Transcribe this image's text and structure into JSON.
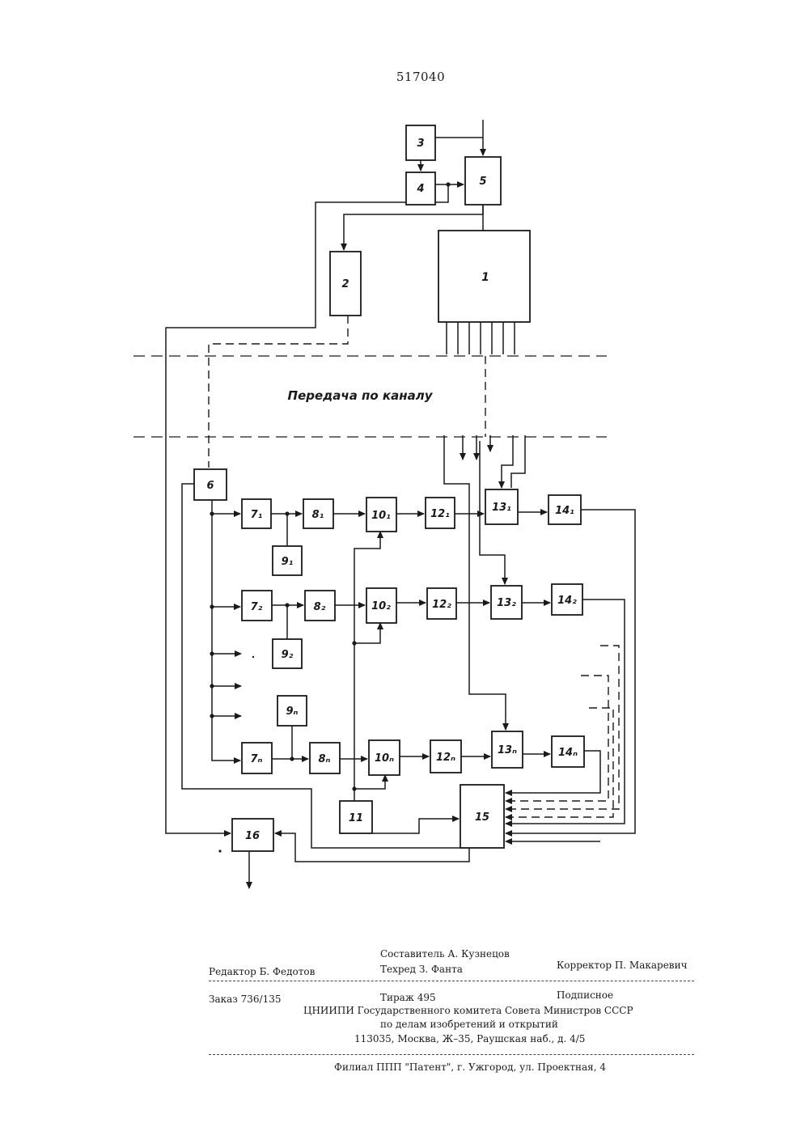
{
  "header": {
    "patent_number": "517040"
  },
  "diagram": {
    "channel_text": "Передача по каналу",
    "blocks": {
      "b1": "1",
      "b2": "2",
      "b3": "3",
      "b4": "4",
      "b5": "5",
      "b6": "6",
      "b7_1": "7₁",
      "b8_1": "8₁",
      "b9_1": "9₁",
      "b10_1": "10₁",
      "b12_1": "12₁",
      "b13_1": "13₁",
      "b14_1": "14₁",
      "b7_2": "7₂",
      "b8_2": "8₂",
      "b9_2": "9₂",
      "b10_2": "10₂",
      "b12_2": "12₂",
      "b13_2": "13₂",
      "b14_2": "14₂",
      "b7_n": "7ₙ",
      "b8_n": "8ₙ",
      "b9_n": "9ₙ",
      "b10_n": "10ₙ",
      "b12_n": "12ₙ",
      "b13_n": "13ₙ",
      "b14_n": "14ₙ",
      "b11": "11",
      "b15": "15",
      "b16": "16"
    }
  },
  "footer": {
    "compiler": "Составитель  А. Кузнецов",
    "editor": "Редактор  Б. Федотов",
    "techred": "Техред   З. Фанта",
    "corrector": "Корректор П. Макаревич",
    "order": "Заказ  736/135",
    "circulation": "Тираж   495",
    "subscription": "Подписное",
    "org_line1": "ЦНИИПИ Государственного  комитета Совета Министров СССР",
    "org_line2": "по делам изобретений и открытий",
    "org_line3": "113035, Москва, Ж–35, Раушская наб., д. 4/5",
    "branch": "Филиал ППП \"Патент\", г. Ужгород, ул. Проектная, 4"
  }
}
